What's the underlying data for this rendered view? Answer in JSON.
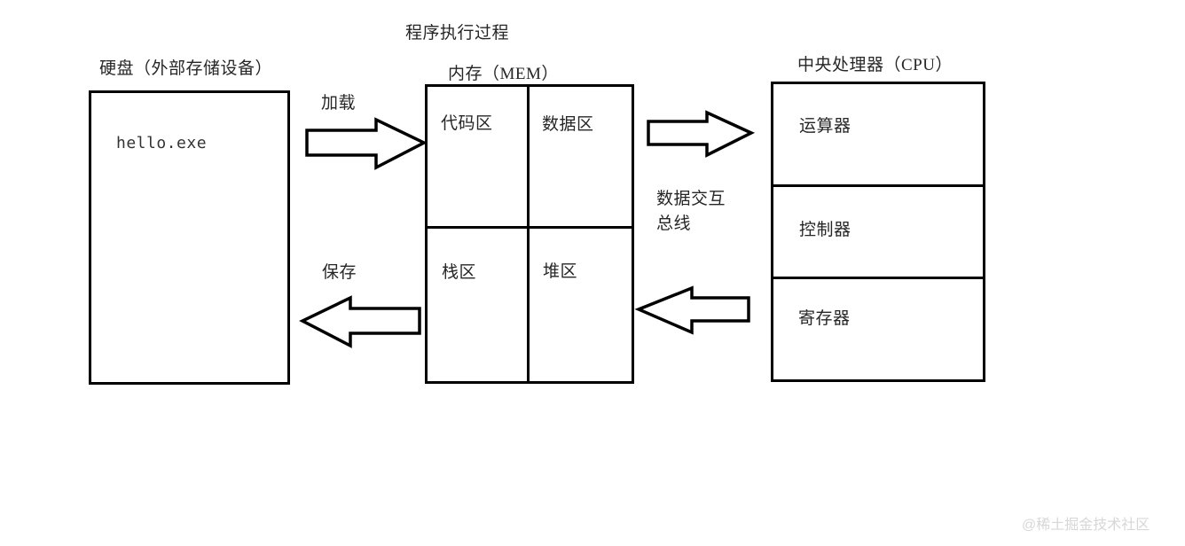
{
  "diagram": {
    "title": "程序执行过程",
    "watermark": "@稀土掘金技术社区"
  },
  "disk": {
    "title": "硬盘（外部存储设备）",
    "file": "hello.exe"
  },
  "memory": {
    "title": "内存（MEM）",
    "regions": [
      {
        "label": "代码区"
      },
      {
        "label": "数据区"
      },
      {
        "label": "栈区"
      },
      {
        "label": "堆区"
      }
    ]
  },
  "cpu": {
    "title": "中央处理器（CPU）",
    "units": [
      {
        "label": "运算器"
      },
      {
        "label": "控制器"
      },
      {
        "label": "寄存器"
      }
    ]
  },
  "arrows": [
    {
      "name": "load",
      "label": "加载",
      "direction": "right",
      "from": "disk",
      "to": "memory"
    },
    {
      "name": "save",
      "label": "保存",
      "direction": "left",
      "from": "memory",
      "to": "disk"
    },
    {
      "name": "bus-out",
      "label": "",
      "direction": "right",
      "from": "memory",
      "to": "cpu"
    },
    {
      "name": "bus-in",
      "label": "",
      "direction": "left",
      "from": "cpu",
      "to": "memory"
    }
  ],
  "bus": {
    "line1": "数据交互",
    "line2": "总线"
  },
  "colors": {
    "stroke": "#000000",
    "fill": "#ffffff",
    "text": "#262626",
    "watermark": "#d7d7d7"
  }
}
